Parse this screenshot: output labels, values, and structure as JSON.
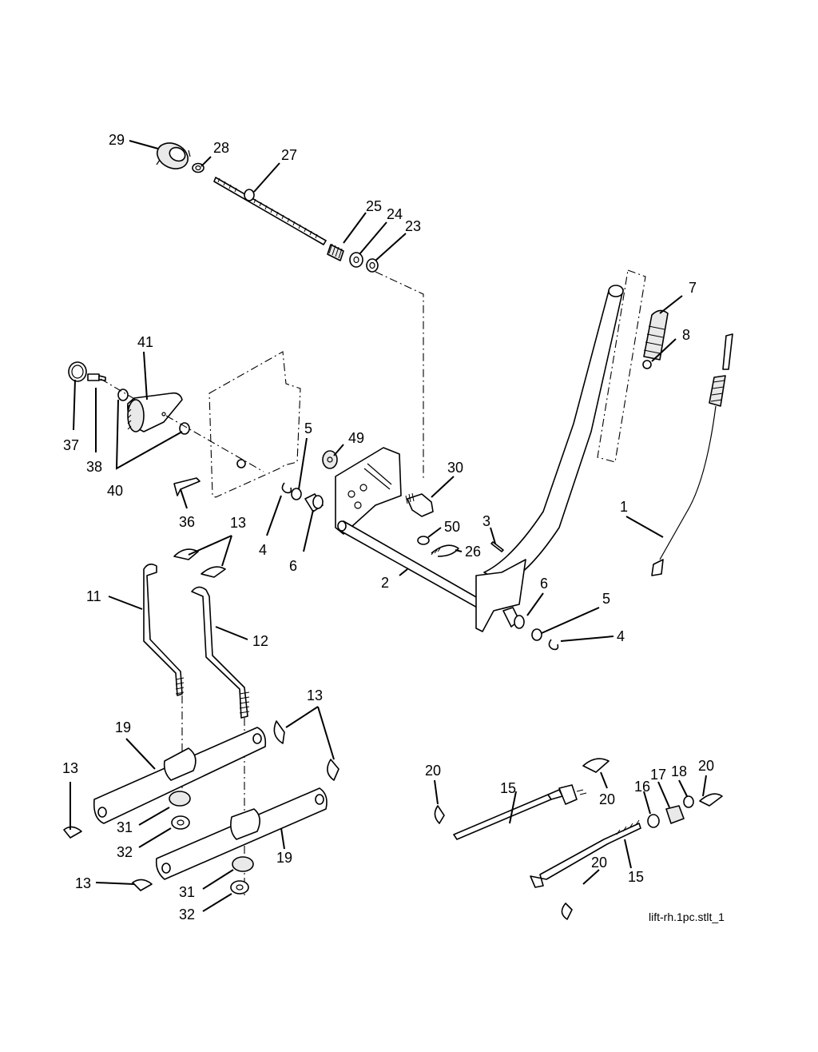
{
  "callouts": {
    "c1": "1",
    "c2": "2",
    "c3": "3",
    "c4a": "4",
    "c4b": "4",
    "c5a": "5",
    "c5b": "5",
    "c6a": "6",
    "c6b": "6",
    "c7": "7",
    "c8": "8",
    "c11": "11",
    "c12": "12",
    "c13a": "13",
    "c13b": "13",
    "c13c": "13",
    "c13d": "13",
    "c15a": "15",
    "c15b": "15",
    "c16": "16",
    "c17": "17",
    "c18": "18",
    "c19a": "19",
    "c19b": "19",
    "c20a": "20",
    "c20b": "20",
    "c20c": "20",
    "c20d": "20",
    "c23": "23",
    "c24": "24",
    "c25": "25",
    "c26": "26",
    "c27": "27",
    "c28": "28",
    "c29": "29",
    "c30": "30",
    "c31a": "31",
    "c31b": "31",
    "c32a": "32",
    "c32b": "32",
    "c36": "36",
    "c37": "37",
    "c38": "38",
    "c40": "40",
    "c41": "41",
    "c49": "49",
    "c50": "50"
  },
  "caption": "lift-rh.1pc.stlt_1"
}
